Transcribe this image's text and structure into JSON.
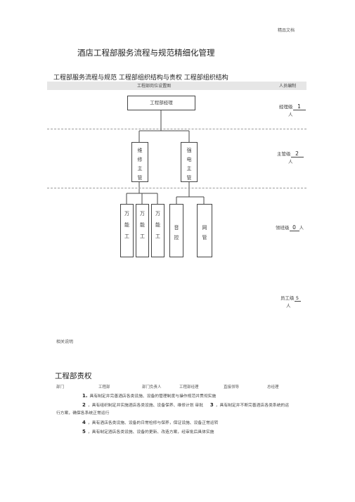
{
  "header": {
    "label": "精品文档"
  },
  "doc": {
    "title": "酒店工程部服务流程与规范精细化管理",
    "subtitle": "工程部服务流程与规范  工程部组织结构与责权  工程部组织结构"
  },
  "table_bar": {
    "left": "工程部岗位设置图",
    "right": "人员编制"
  },
  "org": {
    "manager": "工程部经理",
    "supervisors": [
      {
        "chars": [
          "维",
          "修",
          "主",
          "管"
        ]
      },
      {
        "chars": [
          "强",
          "电",
          "主",
          "管"
        ]
      }
    ],
    "workers": [
      {
        "chars": [
          "万",
          "能",
          "工"
        ]
      },
      {
        "chars": [
          "万",
          "能",
          "工"
        ]
      },
      {
        "chars": [
          "万",
          "能",
          "工"
        ]
      },
      {
        "chars": [
          "音",
          "控"
        ]
      },
      {
        "chars": [
          "网",
          "管"
        ]
      }
    ]
  },
  "staffing": [
    {
      "role": "经理级",
      "count": "1",
      "unit": "人"
    },
    {
      "role": "主管级",
      "count": "2",
      "unit": "人"
    },
    {
      "role": "领班级",
      "count": "0",
      "unit": "人"
    },
    {
      "role": "员工级",
      "count": "5",
      "unit": "人"
    }
  ],
  "note": "相关说明",
  "resp": {
    "title": "工程部责权",
    "columns": [
      "部门",
      "工程部",
      "部门负责人",
      "工程部经理",
      "直接领导",
      "总经理"
    ],
    "items": [
      {
        "n": "1.",
        "text": "具有制定并完善酒店各类设施、设备的管理制度与操作规范并贯彻实施"
      },
      {
        "n": "2",
        "text": "，具有组织制定并实施酒店各类设施、设备保养、维修计划 审批"
      },
      {
        "n": "3",
        "text": "，具有制定并不断完善酒店各类系统的运"
      },
      {
        "n": "",
        "text": "行方案，确保各系统正常运行"
      },
      {
        "n": "4",
        "text": "，具有酒店各类设施、设备的日常检修与保养，保证设施、设备正常运转"
      },
      {
        "n": "5",
        "text": "，具有制定酒店各类设施、设备的更新、改造方案，经审批后具体实施"
      }
    ]
  }
}
